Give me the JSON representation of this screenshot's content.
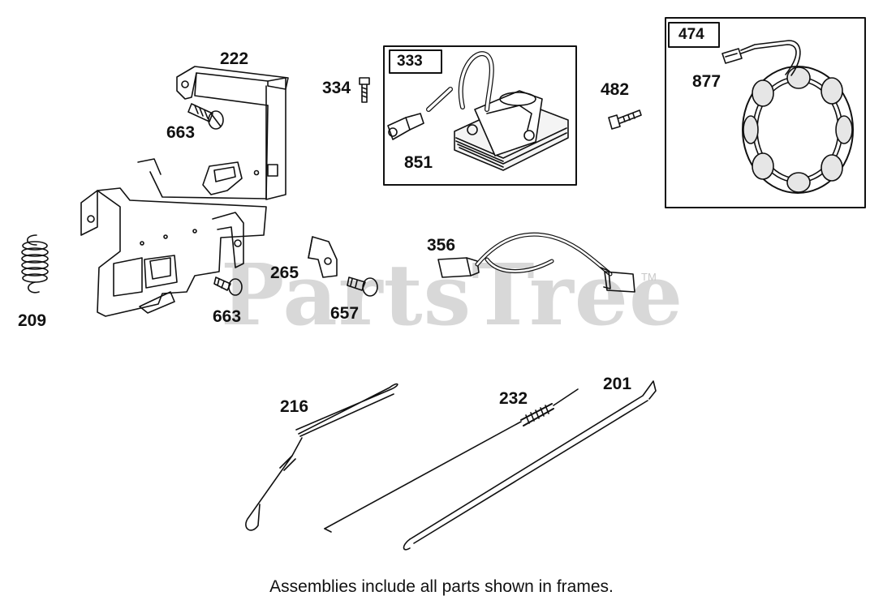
{
  "watermark": {
    "text": "PartsTree",
    "trademark": "TM"
  },
  "caption": "Assemblies include all parts shown in frames.",
  "frames": [
    {
      "id": "333",
      "label": "333"
    },
    {
      "id": "474",
      "label": "474"
    }
  ],
  "parts": [
    {
      "id": "p222",
      "label": "222"
    },
    {
      "id": "p663a",
      "label": "663"
    },
    {
      "id": "p334",
      "label": "334"
    },
    {
      "id": "p851",
      "label": "851"
    },
    {
      "id": "p482",
      "label": "482"
    },
    {
      "id": "p877",
      "label": "877"
    },
    {
      "id": "p209",
      "label": "209"
    },
    {
      "id": "p265",
      "label": "265"
    },
    {
      "id": "p663b",
      "label": "663"
    },
    {
      "id": "p657",
      "label": "657"
    },
    {
      "id": "p356",
      "label": "356"
    },
    {
      "id": "p216",
      "label": "216"
    },
    {
      "id": "p232",
      "label": "232"
    },
    {
      "id": "p201",
      "label": "201"
    }
  ]
}
